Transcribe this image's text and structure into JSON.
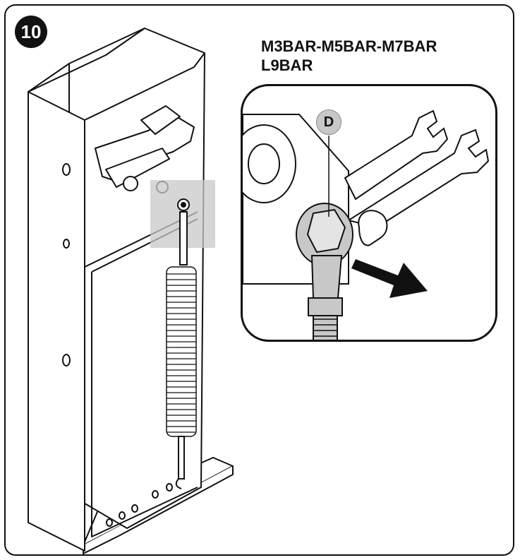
{
  "step": {
    "number": "10"
  },
  "models": {
    "line1": "M3BAR-M5BAR-M7BAR",
    "line2": "L9BAR"
  },
  "detail": {
    "callout_label": "D"
  },
  "colors": {
    "highlight": "#c8c8c8",
    "outline": "#111111",
    "arrow": "#111111"
  },
  "icons": {
    "arrow": "arrow-right-down-icon",
    "wrench": "wrench-icon"
  }
}
